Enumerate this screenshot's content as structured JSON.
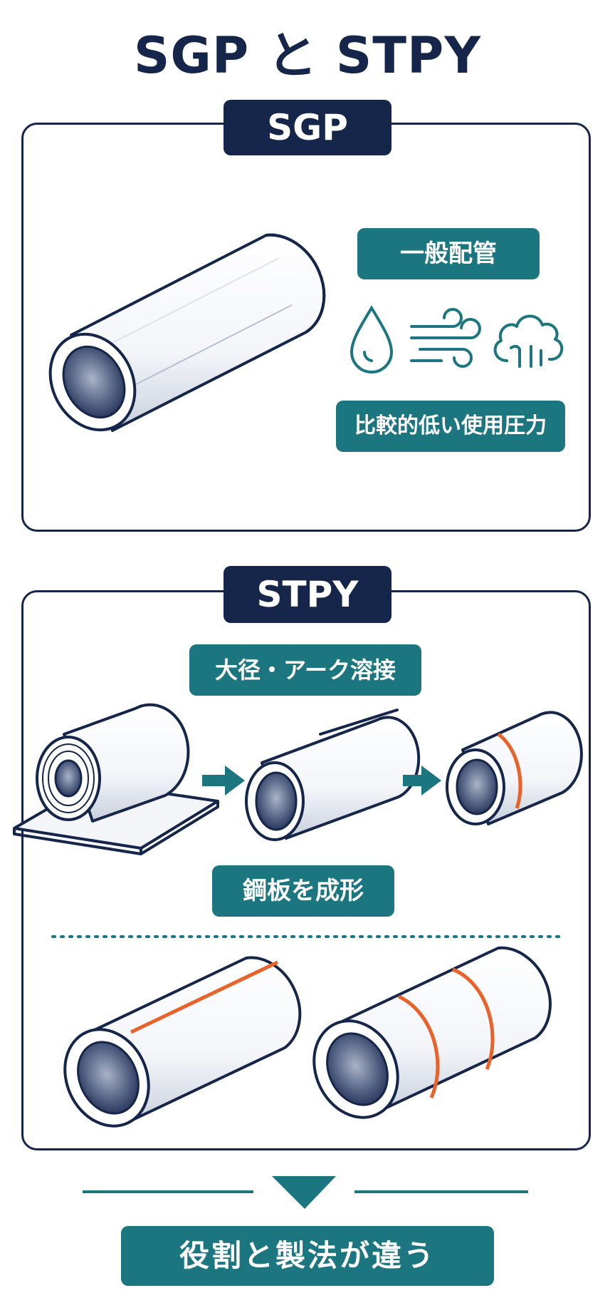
{
  "title": "SGP と STPY",
  "sgp": {
    "label": "SGP",
    "usage_tag": "一般配管",
    "icons": [
      "water-drop-icon",
      "air-flow-icon",
      "steam-cloud-icon"
    ],
    "pressure_tag": "比較的低い使用圧力"
  },
  "stpy": {
    "label": "STPY",
    "process_tag": "大径・アーク溶接",
    "forming_tag": "鋼板を成形",
    "icons": [
      "arrow-right-icon",
      "arrow-right-icon"
    ]
  },
  "conclusion": "役割と製法が違う",
  "colors": {
    "navy": "#15264a",
    "teal": "#1c7680",
    "weld": "#e8622a"
  }
}
